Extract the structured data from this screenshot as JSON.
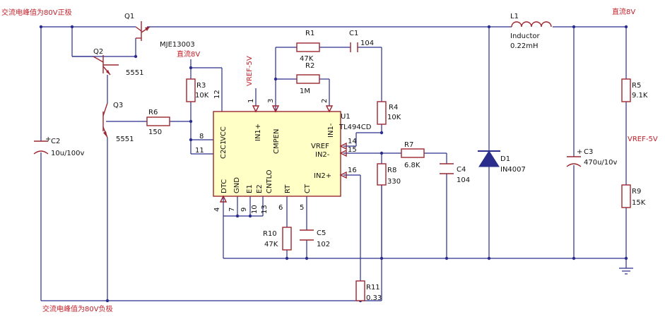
{
  "labels": {
    "ac_pos": "交流电峰值为80V正极",
    "ac_neg": "交流电峰值为80V负极",
    "dc8v_top": "直流8V",
    "dc8v_mid": "直流8V",
    "vref_top": "VREF-5V",
    "vref_right": "VREF-5V"
  },
  "components": {
    "q1": "Q1",
    "q2": "Q2",
    "q2_part": "5551",
    "q3": "Q3",
    "q3_part": "5551",
    "q1_part": "MJE13003",
    "r1": "R1",
    "r1_val": "47K",
    "c1": "C1",
    "c1_val": "104",
    "r2": "R2",
    "r2_val": "1M",
    "r3": "R3",
    "r3_val": "10K",
    "r4": "R4",
    "r4_val": "10K",
    "r5": "R5",
    "r5_val": "9.1K",
    "r6": "R6",
    "r6_val": "150",
    "r7": "R7",
    "r7_val": "6.8K",
    "r8": "R8",
    "r8_val": "330",
    "r9": "R9",
    "r9_val": "15K",
    "r10": "R10",
    "r10_val": "47K",
    "r11": "R11",
    "r11_val": "0.33",
    "c2": "C2",
    "c2_val": "10u/100v",
    "c3": "C3",
    "c3_val": "470u/10v",
    "c4": "C4",
    "c4_val": "104",
    "c5": "C5",
    "c5_val": "102",
    "l1": "L1",
    "l1_type": "Inductor",
    "l1_val": "0.22mH",
    "d1": "D1",
    "d1_val": "IN4007",
    "u1": "U1",
    "u1_part": "TL494CD"
  },
  "ic_pins": {
    "vcc": "VCC",
    "c1": "C1",
    "c2": "C2",
    "in1p": "IN1+",
    "cmpen": "CMPEN",
    "in1m": "IN1-",
    "vref": "VREF",
    "in2m": "IN2-",
    "in2p": "IN2+",
    "dtc": "DTC",
    "gnd": "GND",
    "e1": "E1",
    "e2": "E2",
    "cntlo": "CNTLO",
    "rt": "RT",
    "ct": "CT"
  },
  "pin_numbers": {
    "p12": "12",
    "p8": "8",
    "p11": "11",
    "p1": "1",
    "p3": "3",
    "p2": "2",
    "p14": "14",
    "p15": "15",
    "p16": "16",
    "p4": "4",
    "p7": "7",
    "p9": "9",
    "p10": "10",
    "p13": "13",
    "p6": "6",
    "p5": "5"
  },
  "polarity": {
    "c2_plus": "+",
    "c3_plus": "+"
  }
}
